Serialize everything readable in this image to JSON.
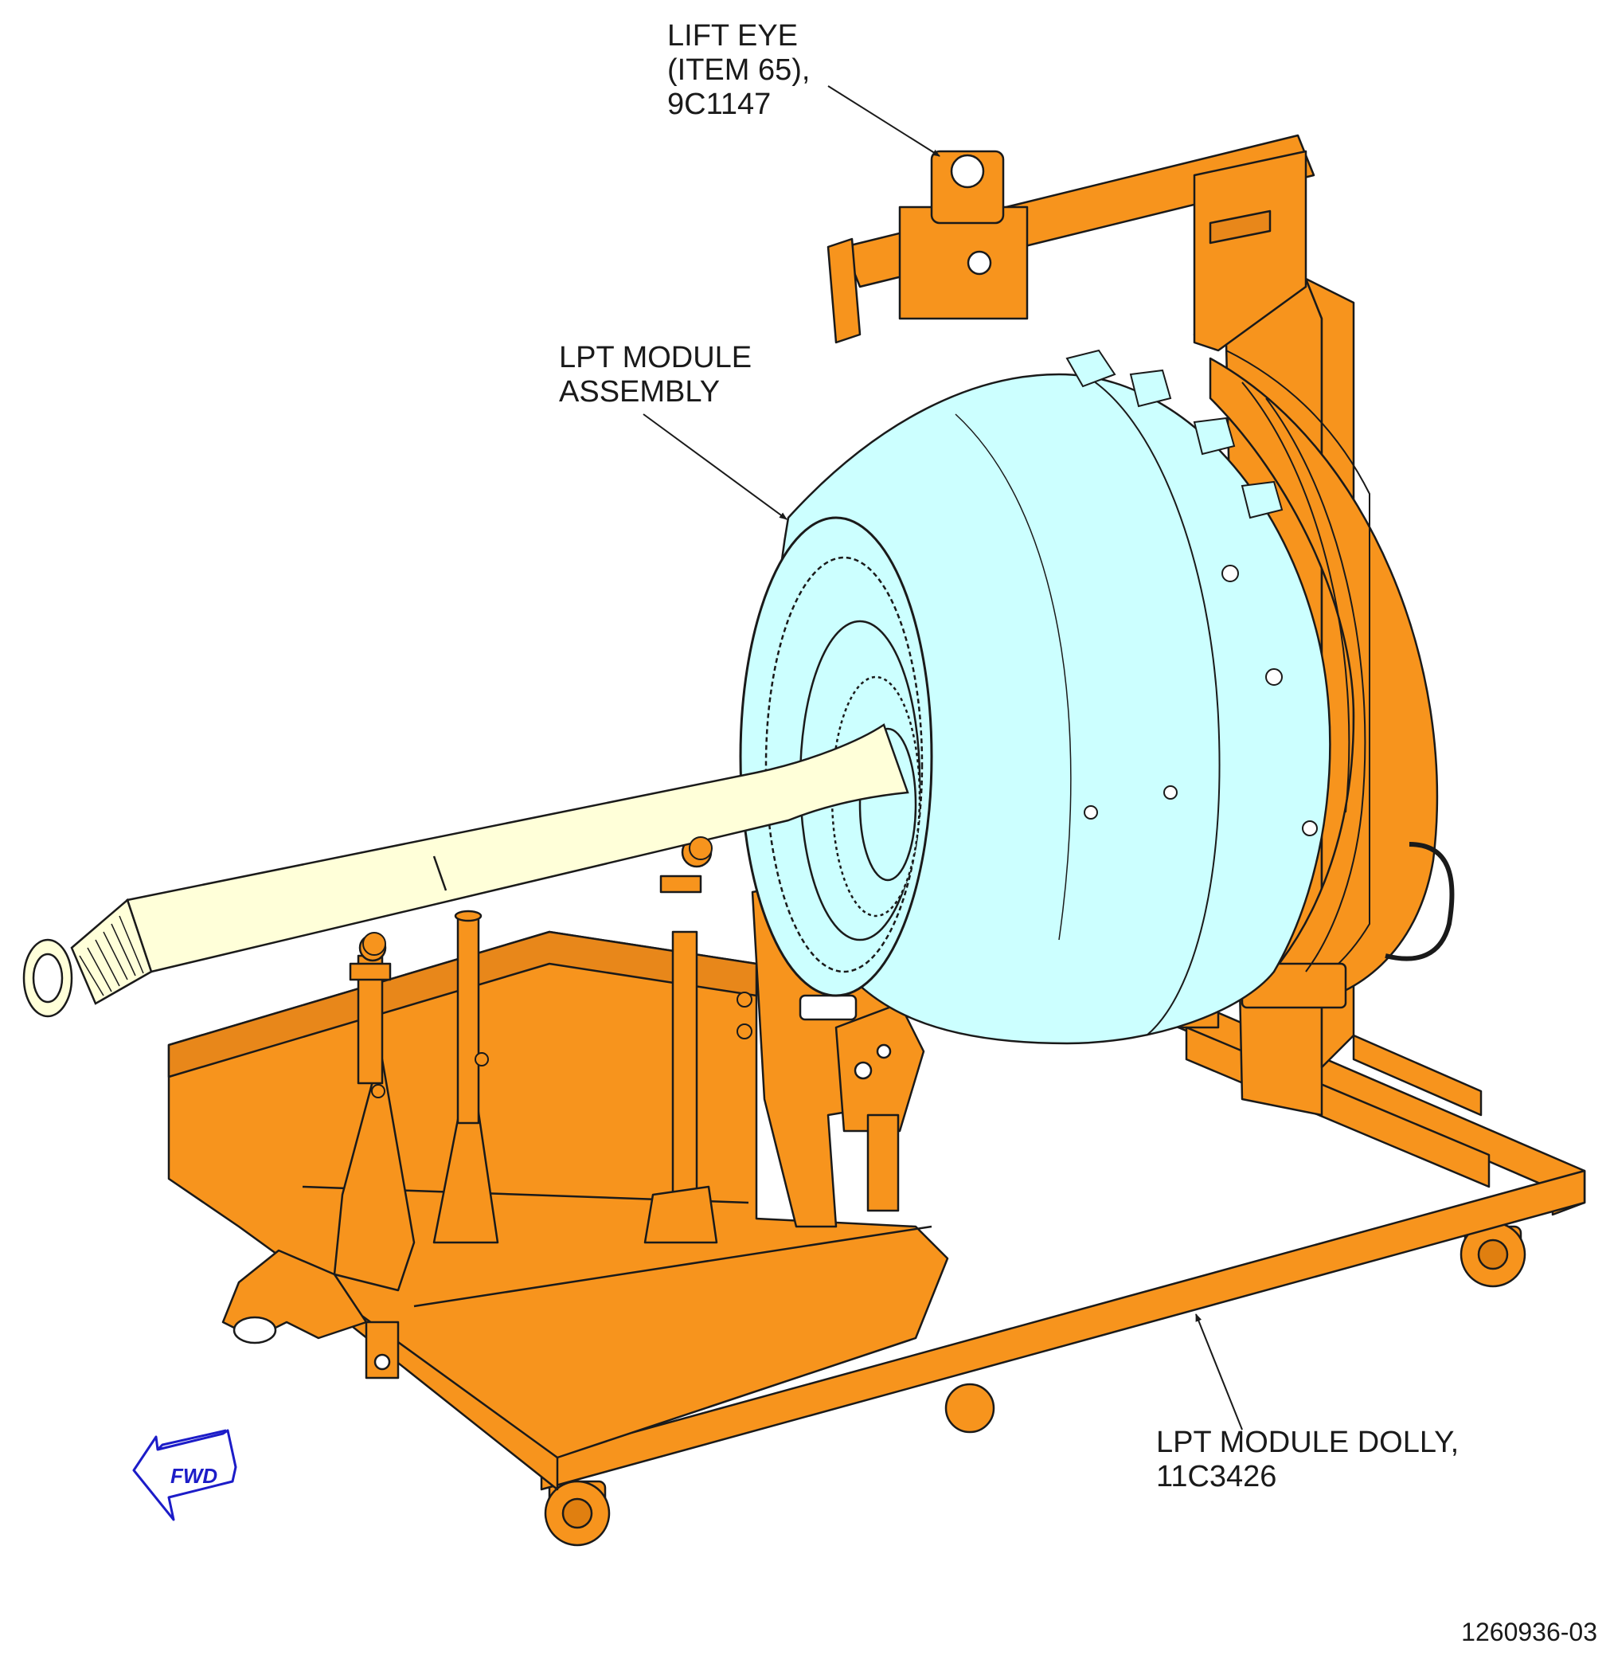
{
  "callouts": {
    "lift_eye": [
      "LIFT EYE",
      "(ITEM 65),",
      "9C1147"
    ],
    "lpt_module": [
      "LPT MODULE",
      "ASSEMBLY"
    ],
    "dolly": [
      "LPT MODULE DOLLY,",
      "11C3426"
    ]
  },
  "fwd_label": "FWD",
  "drawing_number": "1260936-03",
  "colors": {
    "dolly": "#F7941D",
    "module": "#CCFFFF",
    "shaft": "#FFFFD9",
    "fwd_arrow": "#1C1CC8",
    "line": "#1A1A1A"
  }
}
